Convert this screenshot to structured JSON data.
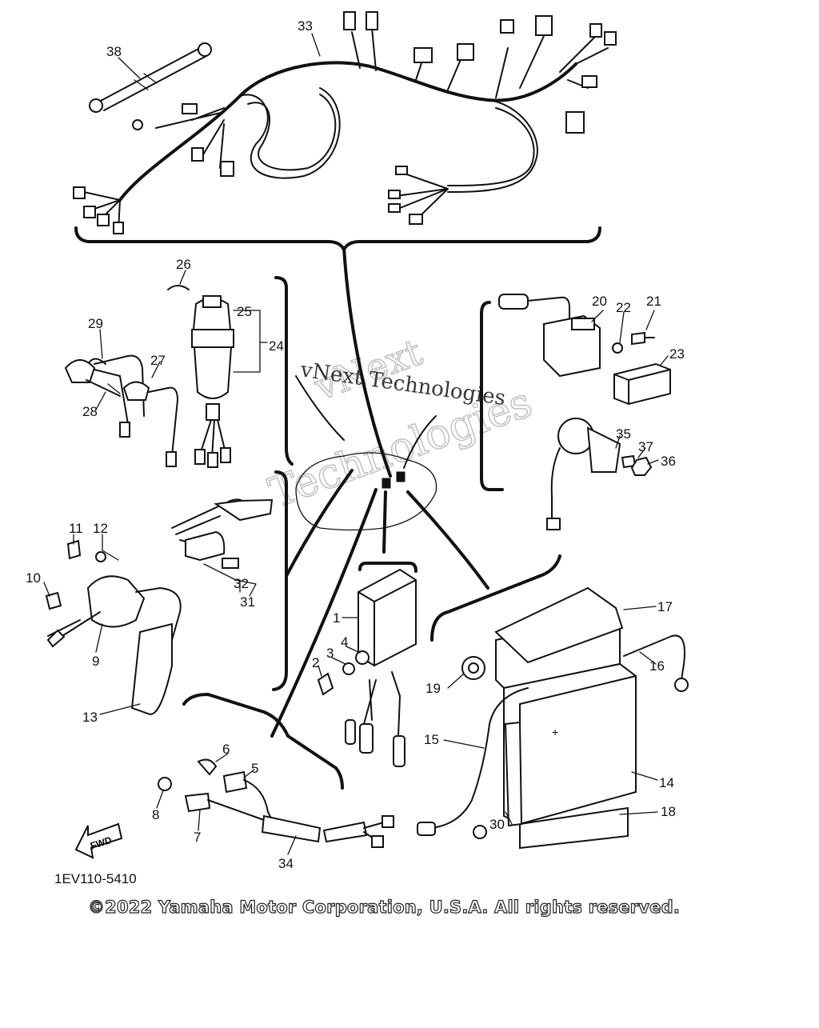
{
  "diagram": {
    "part_labels": {
      "p1": "1",
      "p2": "2",
      "p3": "3",
      "p4": "4",
      "p5": "5",
      "p6": "6",
      "p7": "7",
      "p8": "8",
      "p9": "9",
      "p10": "10",
      "p11": "11",
      "p12": "12",
      "p13": "13",
      "p14": "14",
      "p15": "15",
      "p16": "16",
      "p17": "17",
      "p18": "18",
      "p19": "19",
      "p20": "20",
      "p21": "21",
      "p22": "22",
      "p23": "23",
      "p24": "24",
      "p25": "25",
      "p26": "26",
      "p27": "27",
      "p28": "28",
      "p29": "29",
      "p30": "30",
      "p31": "31",
      "p32": "32",
      "p33": "33",
      "p34": "34",
      "p35": "35",
      "p36": "36",
      "p37": "37",
      "p38": "38"
    },
    "arrow_label": "FWD",
    "diagram_code": "1EV110-5410",
    "battery_sign": "+"
  },
  "watermark": {
    "line_a": "vNext",
    "line_b": "Technologies",
    "line_c": "vNext Technologies"
  },
  "footer": {
    "copyright": "©2022 Yamaha Motor Corporation, U.S.A. All rights reserved."
  }
}
